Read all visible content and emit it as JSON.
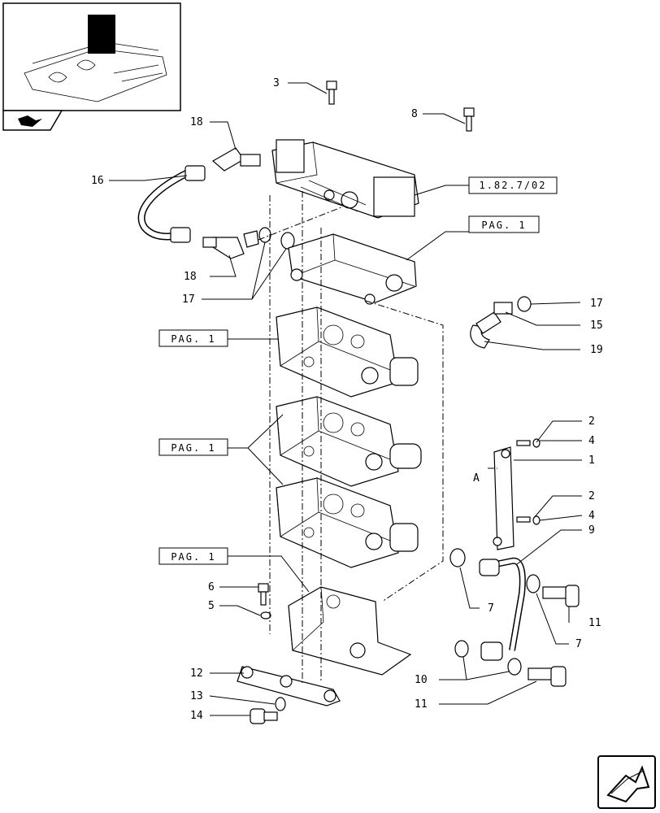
{
  "callouts": [
    {
      "id": "c3",
      "label": "3"
    },
    {
      "id": "c8",
      "label": "8"
    },
    {
      "id": "c18a",
      "label": "18"
    },
    {
      "id": "c16",
      "label": "16"
    },
    {
      "id": "c18b",
      "label": "18"
    },
    {
      "id": "c17a",
      "label": "17"
    },
    {
      "id": "c17b",
      "label": "17"
    },
    {
      "id": "c15",
      "label": "15"
    },
    {
      "id": "c19",
      "label": "19"
    },
    {
      "id": "c2a",
      "label": "2"
    },
    {
      "id": "c4a",
      "label": "4"
    },
    {
      "id": "c1",
      "label": "1"
    },
    {
      "id": "cA",
      "label": "A"
    },
    {
      "id": "c2b",
      "label": "2"
    },
    {
      "id": "c4b",
      "label": "4"
    },
    {
      "id": "c9",
      "label": "9"
    },
    {
      "id": "c6",
      "label": "6"
    },
    {
      "id": "c5",
      "label": "5"
    },
    {
      "id": "c7a",
      "label": "7"
    },
    {
      "id": "c11a",
      "label": "11"
    },
    {
      "id": "c7b",
      "label": "7"
    },
    {
      "id": "c12",
      "label": "12"
    },
    {
      "id": "c13",
      "label": "13"
    },
    {
      "id": "c14",
      "label": "14"
    },
    {
      "id": "c10",
      "label": "10"
    },
    {
      "id": "c11b",
      "label": "11"
    }
  ],
  "refs": [
    {
      "id": "r1",
      "label": "1.82.7/02"
    },
    {
      "id": "r2",
      "label": "PAG. 1"
    },
    {
      "id": "r3",
      "label": "PAG. 1"
    },
    {
      "id": "r4",
      "label": "PAG. 1"
    },
    {
      "id": "r5",
      "label": "PAG. 1"
    }
  ],
  "icons": {
    "thumbnail": "tractor-lift-thumbnail-icon",
    "catalog": "catalog-book-icon",
    "next_page": "next-page-arrow-icon"
  }
}
